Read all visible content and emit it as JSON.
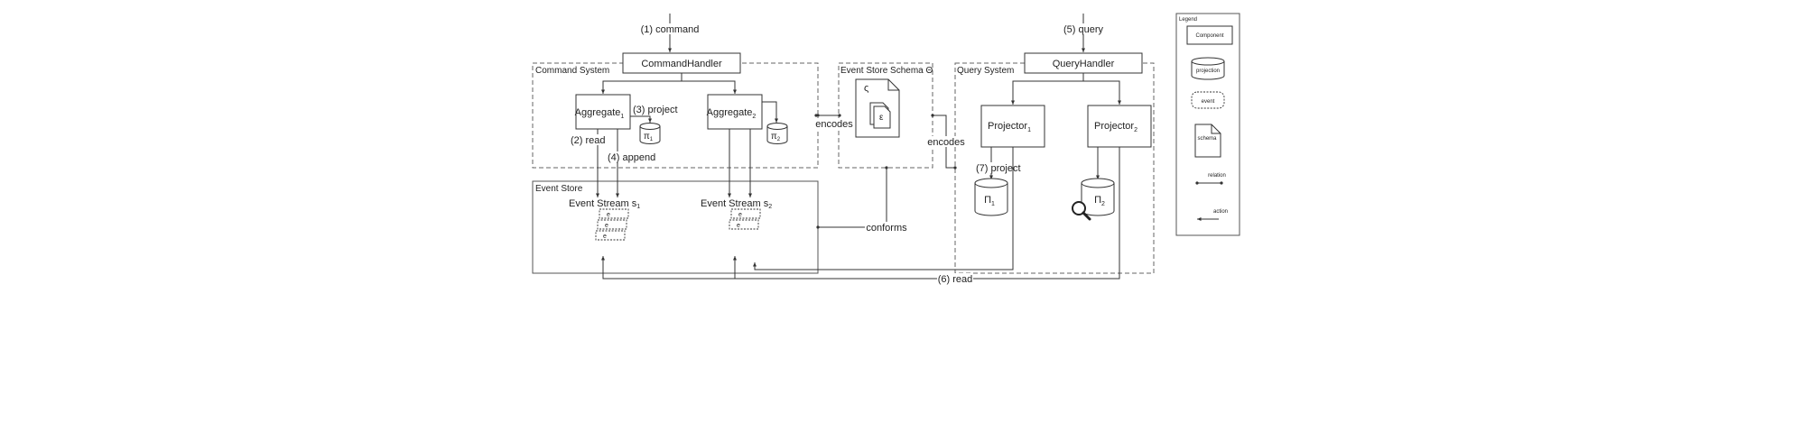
{
  "labels": {
    "command": "(1) command",
    "query": "(5) query",
    "read_2": "(2) read",
    "project_3": "(3) project",
    "append_4": "(4) append",
    "read_6": "(6) read",
    "project_7": "(7) project",
    "encodes_left": "encodes",
    "encodes_right": "encodes",
    "conforms": "conforms"
  },
  "groups": {
    "command_system": "Command System",
    "event_store_schema": "Event Store Schema Θ",
    "query_system": "Query System",
    "event_store": "Event Store"
  },
  "components": {
    "command_handler": "CommandHandler",
    "query_handler": "QueryHandler",
    "aggregate_1": "Aggregate",
    "aggregate_1_sub": "1",
    "aggregate_2": "Aggregate",
    "aggregate_2_sub": "2",
    "projector_1": "Projector",
    "projector_1_sub": "1",
    "projector_2": "Projector",
    "projector_2_sub": "2"
  },
  "projections": {
    "agg_pi_1": "π",
    "agg_pi_1_sub": "1",
    "agg_pi_2": "π",
    "agg_pi_2_sub": "2",
    "query_Pi_1": "Π",
    "query_Pi_1_sub": "1",
    "query_Pi_2": "Π",
    "query_Pi_2_sub": "2"
  },
  "streams": {
    "stream_1": "Event Stream s",
    "stream_1_sub": "1",
    "stream_2": "Event Stream s",
    "stream_2_sub": "2",
    "events_1": [
      "e",
      "e",
      "e"
    ],
    "events_2": [
      "e",
      "e"
    ]
  },
  "schema": {
    "sigma": "ς",
    "epsilon": "ε"
  },
  "legend": {
    "title": "Legend",
    "component": "Component",
    "projection": "projection",
    "event": "event",
    "schema": "schema",
    "relation": "relation",
    "action": "action"
  },
  "colors": {
    "stroke": "#333333",
    "dashed_group": "#666666",
    "background": "#ffffff"
  }
}
